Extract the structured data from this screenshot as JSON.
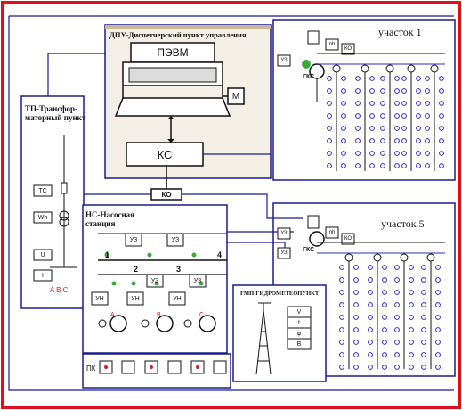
{
  "panels": {
    "dpu_title": "ДПУ-Диспетчерский пункт управления",
    "tp_title": "ТП-Трансфор-маторный пункт",
    "ns_title": "НС-Насосная станция",
    "uchastok1": "участок 1",
    "uchastok5": "участок 5",
    "gmp_title": "ГМП-ГИДРОМЕТЕОПУНКТ",
    "pk_label": "ПК"
  },
  "devices": {
    "pevm": "ПЭВМ",
    "m": "М",
    "ks": "КС",
    "ko": "КО",
    "tc": "ТС",
    "wh": "Wh",
    "u": "U",
    "i": "I",
    "phases": "A B C",
    "uz": "УЗ",
    "un": "УН",
    "gks": "ГКС",
    "nh": "nh",
    "t": "t"
  },
  "pumps": [
    "1",
    "2",
    "3",
    "4"
  ],
  "pump_units": [
    "A",
    "B",
    "C"
  ],
  "gmp_readings": [
    "V",
    "t",
    "φ",
    "B"
  ],
  "colors": {
    "outer_border": "#e0101a",
    "panel_border": "#1a1a8c",
    "dpu_bg": "#f4efe6",
    "green_valve": "#3aa83a",
    "red_mark": "#d21e1e",
    "field_blue": "#2828c8"
  }
}
